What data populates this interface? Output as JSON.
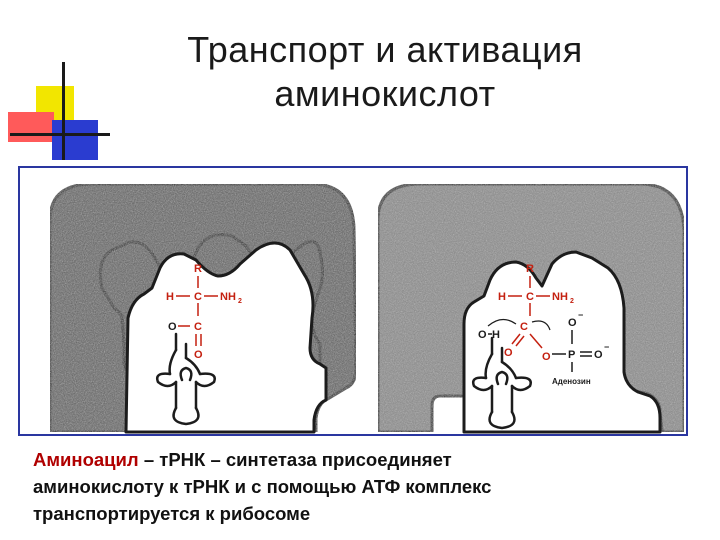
{
  "title": {
    "line1": "Транспорт и активация",
    "line2": "аминокислот"
  },
  "colors": {
    "title": "#1a1a1a",
    "accent": "#b00000",
    "frame": "#2a36a0",
    "chemistry": "#c42010",
    "enzyme": "#5e5e5e",
    "deco_yellow": "#f2e600",
    "deco_red": "#ff5a5a",
    "deco_blue": "#2a3cd0"
  },
  "figure": {
    "left_panel": {
      "atoms": {
        "R": "R",
        "H": "H",
        "C1": "C",
        "NH2": "NH",
        "NH2_sub": "2",
        "O": "O",
        "C2": "C",
        "O2": "O"
      }
    },
    "right_panel": {
      "atoms": {
        "R": "R",
        "H": "H",
        "C1": "C",
        "NH2": "NH",
        "NH2_sub": "2",
        "O_left": "O",
        "H2": "H",
        "C2": "C",
        "O_bottom": "O",
        "O_bridge": "O",
        "P": "P",
        "O_top": "O",
        "O_right": "O",
        "minus": "−",
        "adenosine": "Аденозин"
      }
    }
  },
  "caption": {
    "accent": "Аминоацил",
    "rest_line1": " – тРНК – синтетаза присоединяет",
    "line2": "аминокислоту к тРНК и с помощью АТФ комплекс",
    "line3": "транспортируется к рибосоме"
  }
}
